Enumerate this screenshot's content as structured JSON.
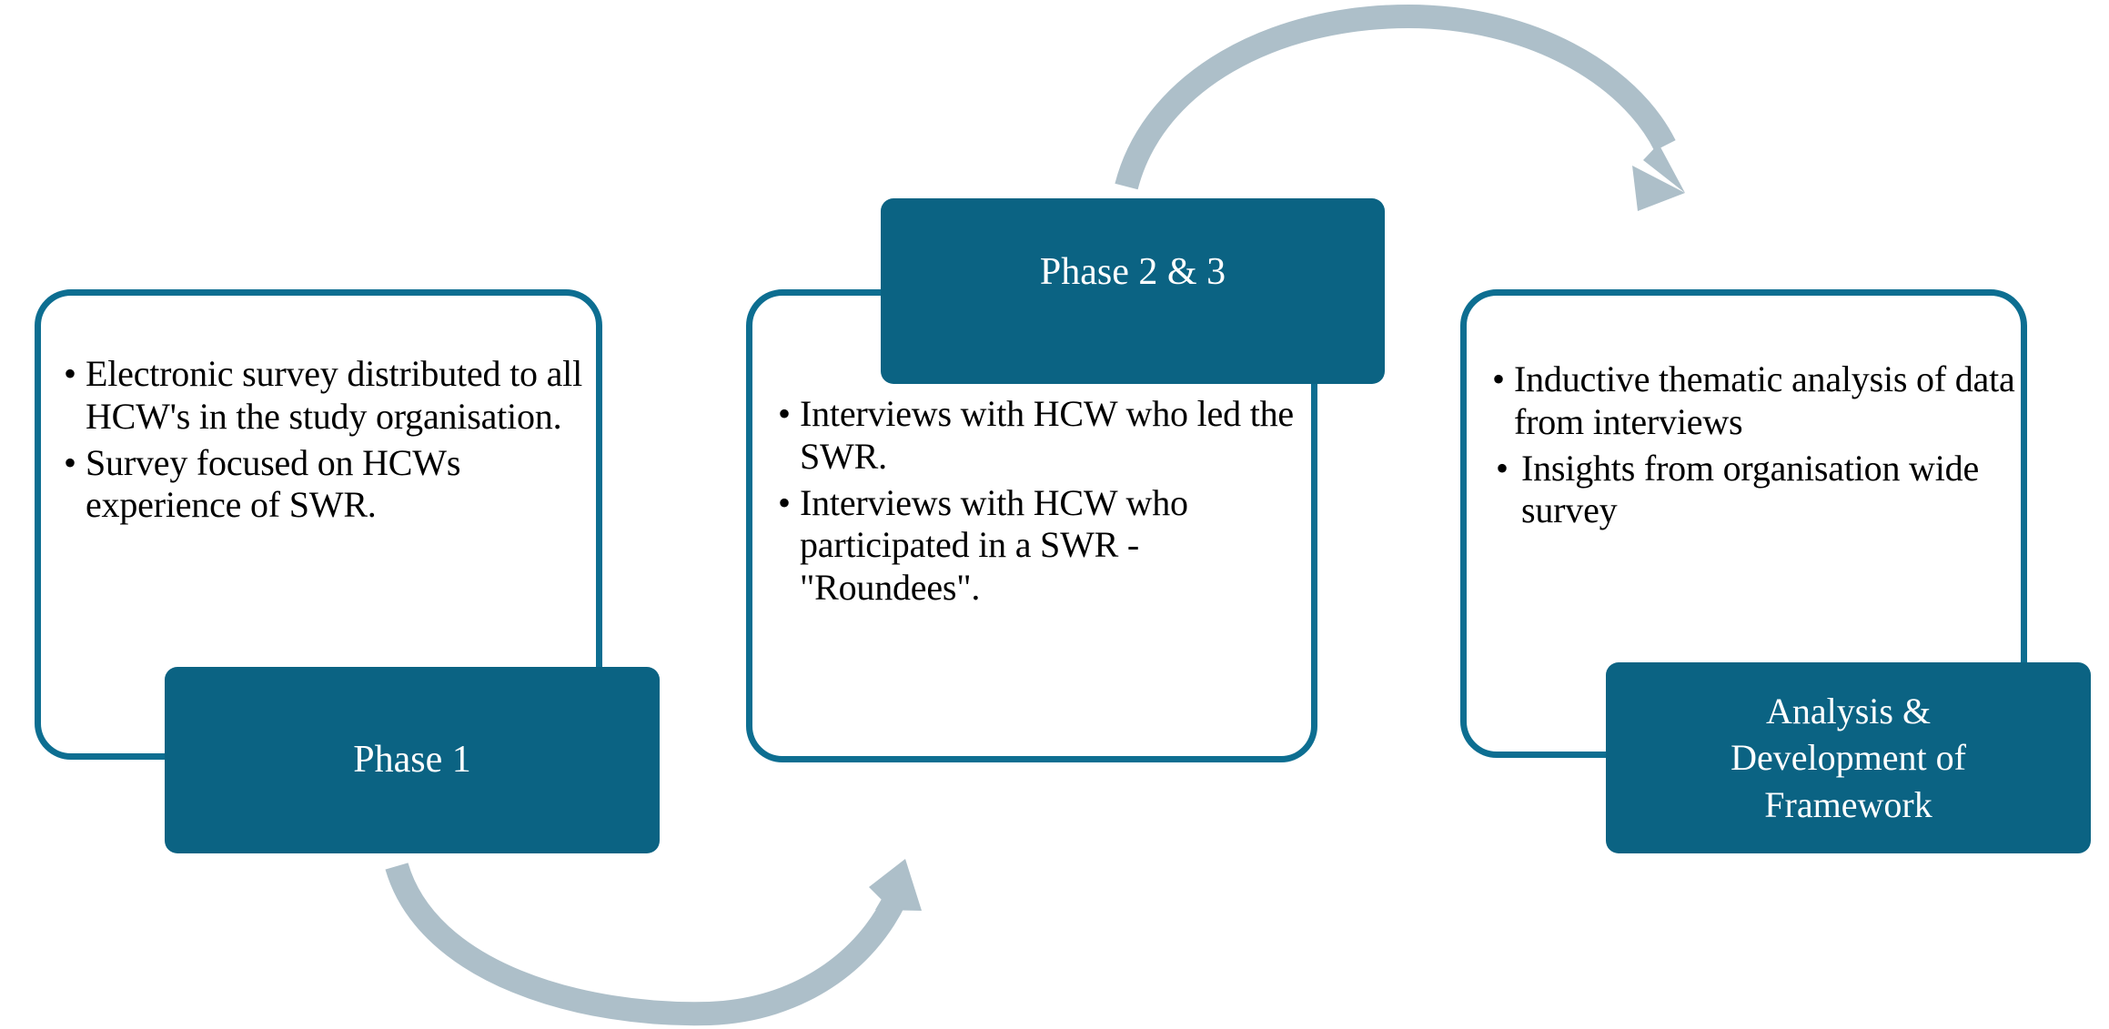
{
  "diagram": {
    "title": "Three-phase study design flow",
    "colors": {
      "card_outline": "#0d6e91",
      "label_fill": "#0b6383",
      "label_text": "#ffffff",
      "body_text": "#000000",
      "arrow": "#adbfc9",
      "background": "#ffffff"
    },
    "phases": [
      {
        "id": "phase-1",
        "label": "Phase 1",
        "bullets": [
          {
            "marker": "•",
            "text": "Electronic survey distributed to all HCW's in the study organisation."
          },
          {
            "marker": "•",
            "text": "Survey focused on HCWs experience of SWR."
          }
        ]
      },
      {
        "id": "phase-2-3",
        "label": "Phase 2 & 3",
        "bullets": [
          {
            "marker": "•",
            "text": "Interviews with HCW who led the SWR."
          },
          {
            "marker": "•",
            "text": "Interviews with HCW who participated in a SWR - \"Roundees\"."
          }
        ]
      },
      {
        "id": "analysis",
        "label_line_1": "Analysis &",
        "label_line_2": "Development of",
        "label_line_3": "Framework",
        "bullets": [
          {
            "marker": "•",
            "text": "Inductive thematic analysis of data from interviews"
          },
          {
            "marker": "•",
            "text": " Insights from organisation wide survey"
          }
        ]
      }
    ],
    "arrows": [
      {
        "id": "arrow-bottom",
        "from": "phase-1",
        "to": "phase-2-3",
        "direction": "curve-down-right",
        "shape": "concave-down-arc"
      },
      {
        "id": "arrow-top",
        "from": "phase-2-3",
        "to": "analysis",
        "direction": "curve-up-right",
        "shape": "convex-up-arc"
      }
    ]
  }
}
